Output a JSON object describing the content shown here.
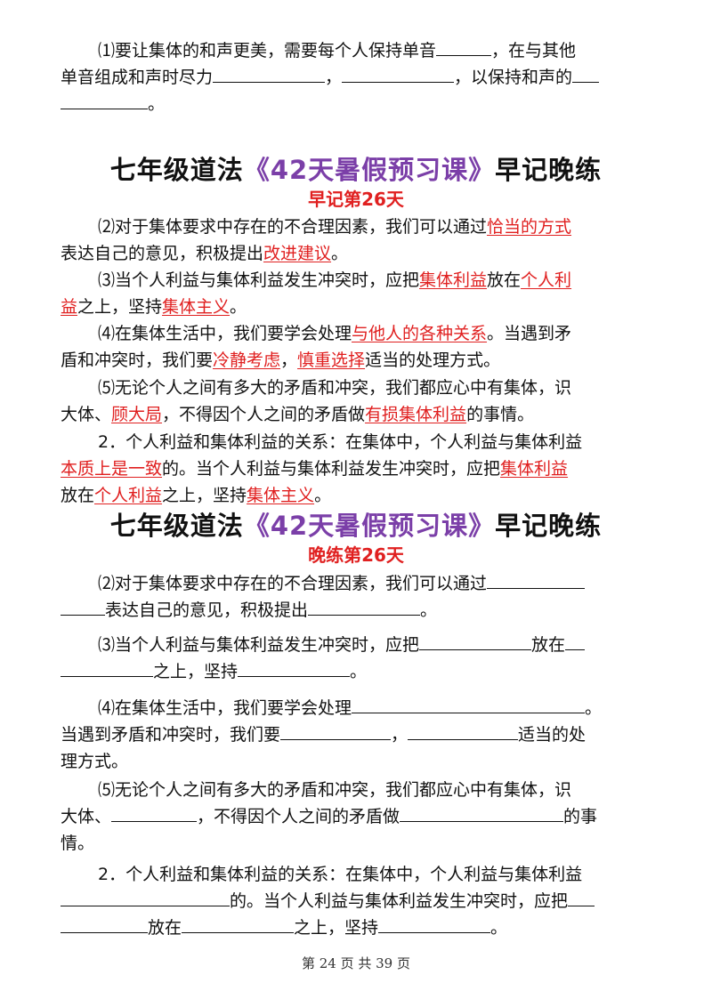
{
  "top": {
    "line1": "⑴要让集体的和声更美，需要每个人保持单音",
    "line1_end": "，在与其他",
    "line2a": "单音组成和声时尽力",
    "line2b": "，",
    "line2c": "，以保持和声的",
    "line3_end": "。"
  },
  "morning": {
    "title_a": "七年级道法",
    "title_b": "《42天暑假预习课》",
    "title_c": "早记晚练",
    "subtitle": "早记第26天",
    "p2": {
      "a": "⑵对于集体要求中存在的不合理因素，我们可以通过",
      "ans1": "恰当的方式",
      "b": "表达自己的意见，积极提出",
      "ans2": "改进建议",
      "c": "。"
    },
    "p3": {
      "a": "⑶当个人利益与集体利益发生冲突时，应把",
      "ans1": "集体利益",
      "b": "放在",
      "ans2a": "个人利",
      "ans2b": "益",
      "c": "之上，坚持",
      "ans3": "集体主义",
      "d": "。"
    },
    "p4": {
      "a": "⑷在集体生活中，我们要学会处理",
      "ans1": "与他人的各种关系",
      "b": "。当遇到矛",
      "c": "盾和冲突时，我们要",
      "ans2": "冷静考虑",
      "d": "，",
      "ans3": "慎重选择",
      "e": "适当的处理方式。"
    },
    "p5": {
      "a": "⑸无论个人之间有多大的矛盾和冲突，我们都应心中有集体，识",
      "b": "大体、",
      "ans1": "顾大局",
      "c": "，不得因个人之间的矛盾做",
      "ans2": "有损集体利益",
      "d": "的事情。"
    },
    "p6": {
      "a": "2．个人利益和集体利益的关系：在集体中，个人利益与集体利益",
      "ans1": "本质上是一致",
      "b": "的。当个人利益与集体利益发生冲突时，应把",
      "ans2": "集体利益",
      "c": "放在",
      "ans3": "个人利益",
      "d": "之上，坚持",
      "ans4": "集体主义",
      "e": "。"
    }
  },
  "evening": {
    "title_a": "七年级道法",
    "title_b": "《42天暑假预习课》",
    "title_c": "早记晚练",
    "subtitle": "晚练第26天",
    "p2": {
      "a": "⑵对于集体要求中存在的不合理因素，我们可以通过",
      "b": "表达自己的意见，积极提出",
      "c": "。"
    },
    "p3": {
      "a": "⑶当个人利益与集体利益发生冲突时，应把",
      "b": "放在",
      "c": "之上，坚持",
      "d": "。"
    },
    "p4": {
      "a": "⑷在集体生活中，我们要学会处理",
      "b": "。",
      "c": "当遇到矛盾和冲突时，我们要",
      "d": "，",
      "e": "适当的处",
      "f": "理方式。"
    },
    "p5": {
      "a": "⑸无论个人之间有多大的矛盾和冲突，我们都应心中有集体，识",
      "b": "大体、",
      "c": "，不得因个人之间的矛盾做",
      "d": "的事",
      "e": "情。"
    },
    "p6": {
      "a": "2．个人利益和集体利益的关系：在集体中，个人利益与集体利益",
      "b": "的。当个人利益与集体利益发生冲突时，应把",
      "c": "放在",
      "d": "之上，坚持",
      "e": "。"
    }
  },
  "footer": {
    "page": "第 24 页 共 39 页"
  }
}
